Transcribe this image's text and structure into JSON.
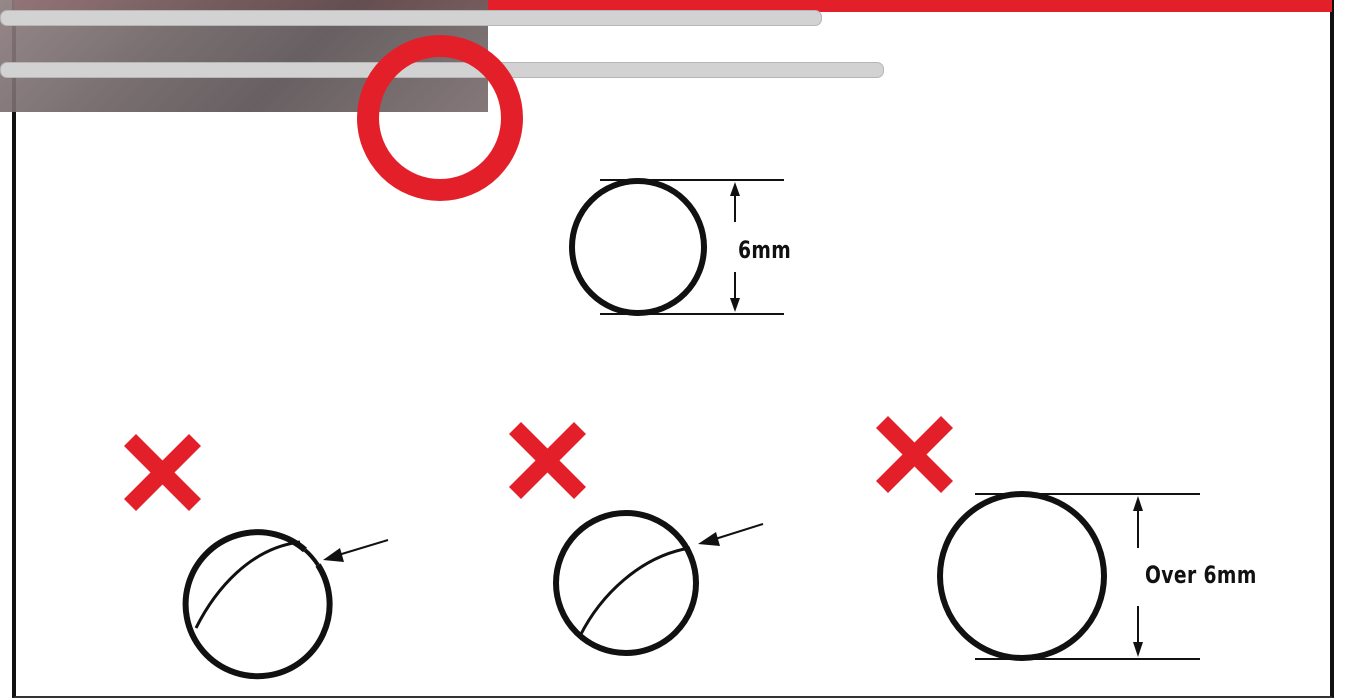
{
  "diagram": {
    "labels": {
      "good_ring_size": "6mm",
      "oversize_ring_size": "Over 6mm"
    },
    "status": {
      "good": "correct",
      "bad": [
        "incorrect",
        "incorrect",
        "incorrect"
      ]
    },
    "colors": {
      "accent_red": "#e3202a",
      "ink": "#111111"
    },
    "icons": [
      "red-ring-logo-icon",
      "red-x-icon",
      "arrow-icon"
    ]
  }
}
